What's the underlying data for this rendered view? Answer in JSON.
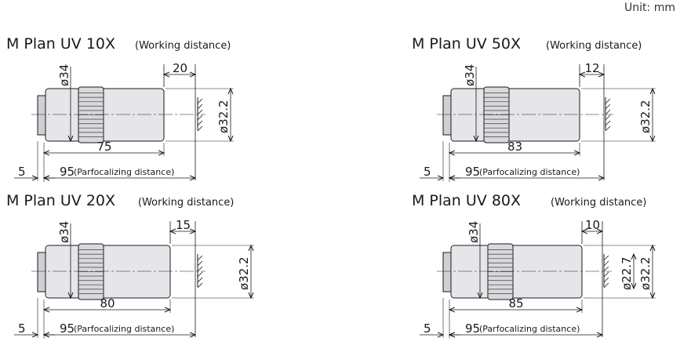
{
  "unit_label": "Unit: mm",
  "objectives": [
    {
      "name": "M Plan UV 10X",
      "wd_label": "(Working distance)",
      "outer_diameter": "ø34",
      "tube_diameter": "ø32.2",
      "wd": "20",
      "length": "75",
      "mount": "5",
      "parfocal": "95",
      "parfocal_label": "(Parfocalizing distance)"
    },
    {
      "name": "M Plan UV 50X",
      "wd_label": "(Working distance)",
      "outer_diameter": "ø34",
      "tube_diameter": "ø32.2",
      "wd": "12",
      "length": "83",
      "mount": "5",
      "parfocal": "95",
      "parfocal_label": "(Parfocalizing distance)"
    },
    {
      "name": "M Plan UV 20X",
      "wd_label": "(Working distance)",
      "outer_diameter": "ø34",
      "tube_diameter": "ø32.2",
      "wd": "15",
      "length": "80",
      "mount": "5",
      "parfocal": "95",
      "parfocal_label": "(Parfocalizing distance)"
    },
    {
      "name": "M Plan UV 80X",
      "wd_label": "(Working distance)",
      "outer_diameter": "ø34",
      "tube_diameter": "ø32.2",
      "tip_diameter": "ø22.7",
      "wd": "10",
      "length": "85",
      "mount": "5",
      "parfocal": "95",
      "parfocal_label": "(Parfocalizing distance)"
    }
  ],
  "colors": {
    "body": "#e6e6ea",
    "ring": "#d9d9dd",
    "line": "#1a1a1a"
  }
}
